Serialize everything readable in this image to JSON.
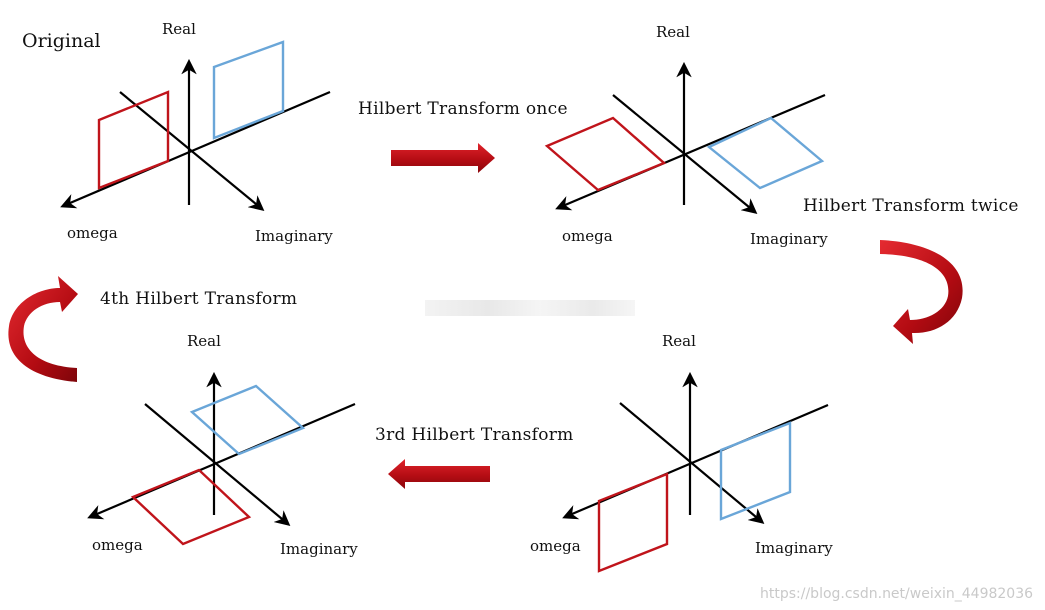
{
  "title": "Original",
  "captions": {
    "once": "Hilbert Transform once",
    "twice": "Hilbert Transform twice",
    "third": "3rd Hilbert Transform",
    "fourth": "4th Hilbert Transform"
  },
  "panels": [
    {
      "id": "original",
      "axes": {
        "real": "Real",
        "omega": "omega",
        "imaginary": "Imaginary"
      }
    },
    {
      "id": "once",
      "axes": {
        "real": "Real",
        "omega": "omega",
        "imaginary": "Imaginary"
      }
    },
    {
      "id": "twice",
      "axes": {
        "real": "Real",
        "omega": "omega",
        "imaginary": "Imaginary"
      }
    },
    {
      "id": "third",
      "axes": {
        "real": "Real",
        "omega": "omega",
        "imaginary": "Imaginary"
      }
    }
  ],
  "colors": {
    "axis": "#000000",
    "red_shape": "#c0141b",
    "blue_shape": "#6aa6d8",
    "arrow_dark": "#a3080e",
    "arrow_light": "#e0232b"
  },
  "watermark": "https://blog.csdn.net/weixin_44982036"
}
